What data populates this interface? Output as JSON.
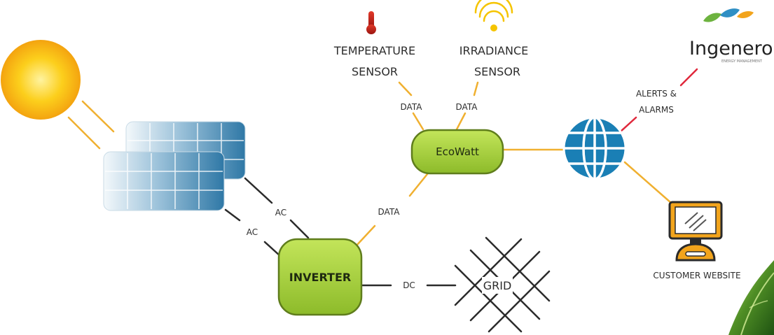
{
  "sensors": {
    "temperature": {
      "line1": "TEMPERATURE",
      "line2": "SENSOR"
    },
    "irradiance": {
      "line1": "IRRADIANCE",
      "line2": "SENSOR"
    }
  },
  "nodes": {
    "ecowatt": "EcoWatt",
    "inverter": "INVERTER",
    "grid": "GRID",
    "customer_website": "CUSTOMER WEBSITE"
  },
  "connections": {
    "temp_data": "DATA",
    "irr_data": "DATA",
    "inverter_data": "DATA",
    "ac_upper": "AC",
    "ac_lower": "AC",
    "dc": "DC"
  },
  "alerts": {
    "line1": "ALERTS &",
    "line2": "ALARMS"
  },
  "brand": {
    "name": "Ingenero",
    "tagline": "ENERGY MANAGEMENT"
  },
  "colors": {
    "node_fill": "#a4cf3a",
    "node_stroke": "#5f7d1c",
    "link_orange": "#f0b030",
    "link_dark": "#2b2b2b",
    "alert_red": "#e0283c",
    "globe_blue": "#1a7fb5",
    "sun": "#fcc419",
    "panel_blue": "#3a82ad"
  }
}
